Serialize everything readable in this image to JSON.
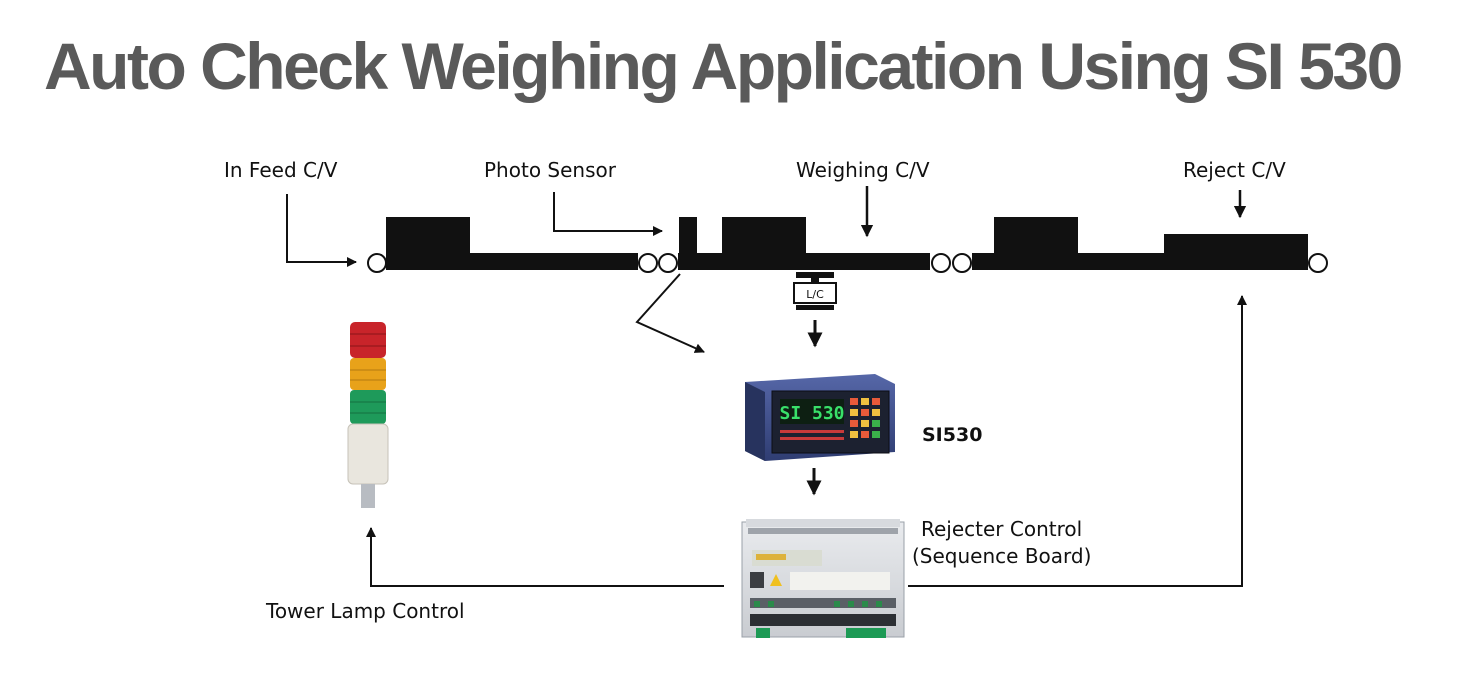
{
  "title": "Auto Check Weighing Application Using SI 530",
  "labels": {
    "infeed": "In Feed C/V",
    "photo_sensor": "Photo Sensor",
    "weighing": "Weighing C/V",
    "reject": "Reject C/V",
    "load_cell": "L/C",
    "display_reading": "SI 530",
    "indicator": "SI530",
    "rejecter_line1": "Rejecter Control",
    "rejecter_line2": "(Sequence Board)",
    "tower_lamp": "Tower Lamp Control"
  },
  "colors": {
    "title": "#5a5a5a",
    "lamp_red": "#c8242a",
    "lamp_amber": "#e8a21a",
    "lamp_green": "#1e9a5a",
    "indicator_body": "#3d4f8e",
    "display_digits": "#39e06a"
  }
}
